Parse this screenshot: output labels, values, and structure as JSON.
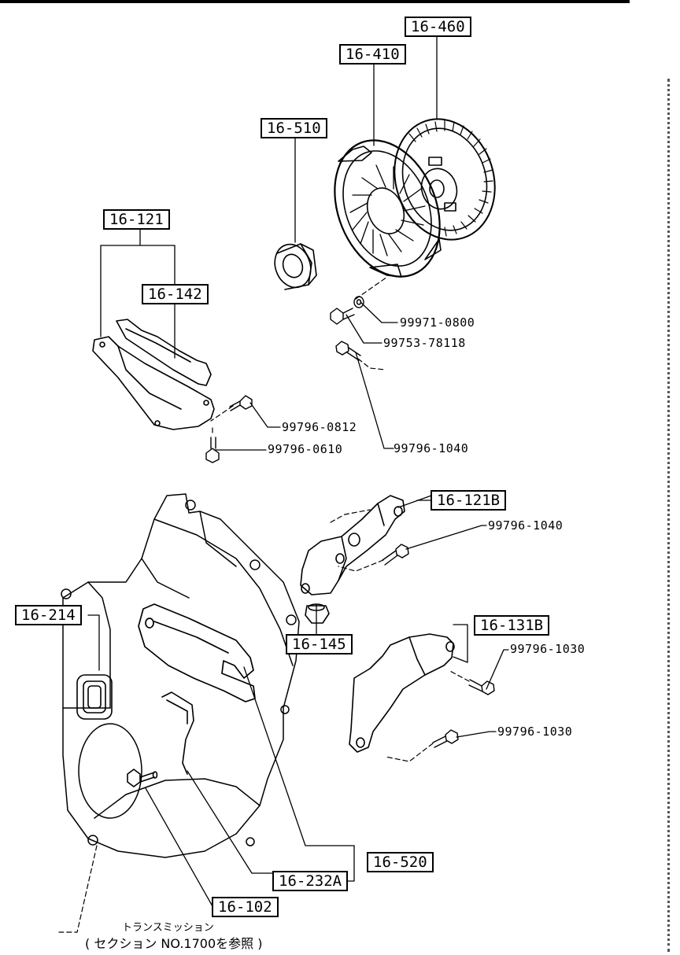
{
  "diagram": {
    "callouts": {
      "c16_460": "16-460",
      "c16_410": "16-410",
      "c16_510": "16-510",
      "c16_121": "16-121",
      "c16_142": "16-142",
      "c16_121B": "16-121B",
      "c16_214": "16-214",
      "c16_145": "16-145",
      "c16_131B": "16-131B",
      "c16_520": "16-520",
      "c16_232A": "16-232A",
      "c16_102": "16-102"
    },
    "part_numbers": {
      "p99971_0800": "99971-0800",
      "p99753_78118": "99753-78118",
      "p99796_0812": "99796-0812",
      "p99796_0610": "99796-0610",
      "p99796_1040_a": "99796-1040",
      "p99796_1040_b": "99796-1040",
      "p99796_1030_a": "99796-1030",
      "p99796_1030_b": "99796-1030"
    },
    "note": {
      "line1": "トランスミッション",
      "line2": "( セクション  NO.1700を参照 )"
    }
  }
}
